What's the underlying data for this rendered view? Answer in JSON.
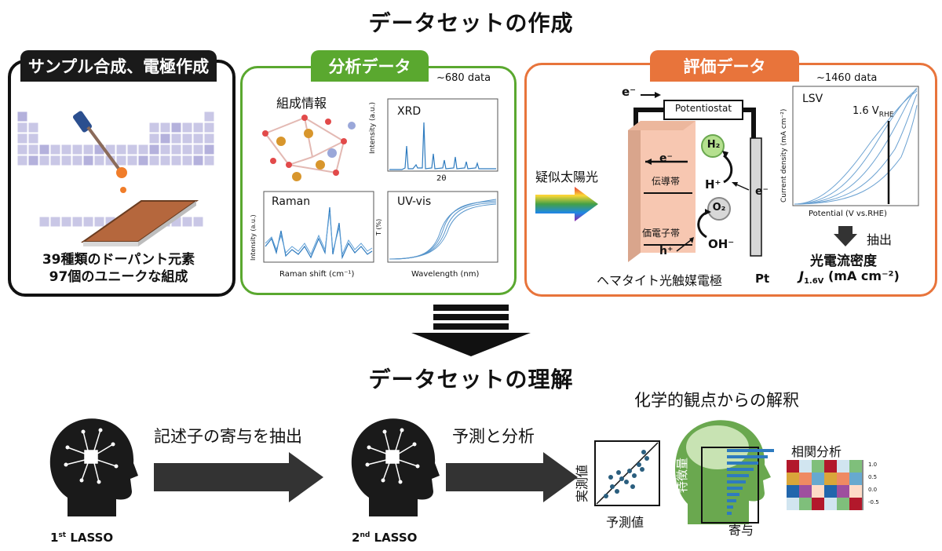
{
  "top_title": "データセットの作成",
  "panels": {
    "synthesis": {
      "tab": "サンプル合成、電極作成",
      "line1": "39種類のドーパント元素",
      "line2": "97個のユニークな組成"
    },
    "analysis": {
      "tab": "分析データ",
      "count": "~680 data",
      "composition": "組成情報",
      "xrd": "XRD",
      "xrd_ylabel": "Intensity (a.u.)",
      "xrd_xlabel": "2θ",
      "raman": "Raman",
      "raman_ylabel": "Intensity (a.u.)",
      "raman_xlabel": "Raman shift (cm⁻¹)",
      "uvvis": "UV-vis",
      "uvvis_ylabel": "T (%)",
      "uvvis_xlabel": "Wavelength (nm)"
    },
    "evaluation": {
      "tab": "評価データ",
      "count": "~1460 data",
      "sunlight": "疑似太陽光",
      "potentiostat": "Potentiostat",
      "e_minus": "e⁻",
      "conduction_band": "伝導帯",
      "valence_band": "価電子帯",
      "h_plus_hole": "h⁺",
      "h2": "H₂",
      "h_plus": "H⁺",
      "o2": "O₂",
      "oh_minus": "OH⁻",
      "pt": "Pt",
      "electrode": "ヘマタイト光触媒電極",
      "lsv": "LSV",
      "lsv_marker": "1.6 V",
      "lsv_marker_sub": "RHE",
      "lsv_ylabel": "Current density (mA cm⁻²)",
      "lsv_xlabel": "Potential (V vs.RHE)",
      "extract": "抽出",
      "photocurrent": "光電流密度",
      "j_label": "J",
      "j_sub": "1.6V",
      "j_unit": " (mA cm⁻²)"
    }
  },
  "mid_title": "データセットの理解",
  "bottom": {
    "arrow1_label": "記述子の寄与を抽出",
    "arrow2_label": "予測と分析",
    "interp_title": "化学的観点からの解釈",
    "lasso1": "1",
    "lasso1_sup": "st",
    "lasso1_text": " LASSO",
    "lasso2": "2",
    "lasso2_sup": "nd",
    "lasso2_text": " LASSO",
    "measured": "実測値",
    "predicted": "予測値",
    "feature": "特徴量",
    "contribution": "寄与",
    "correlation": "相関分析",
    "heat_ticks": [
      "1.0",
      "0.5",
      "0.0",
      "-0.5"
    ]
  },
  "colors": {
    "analysis_green": "#5aa82f",
    "evaluation_orange": "#e8743b",
    "plot_blue": "#2e7bbf",
    "brain_green": "#6aa84f"
  }
}
